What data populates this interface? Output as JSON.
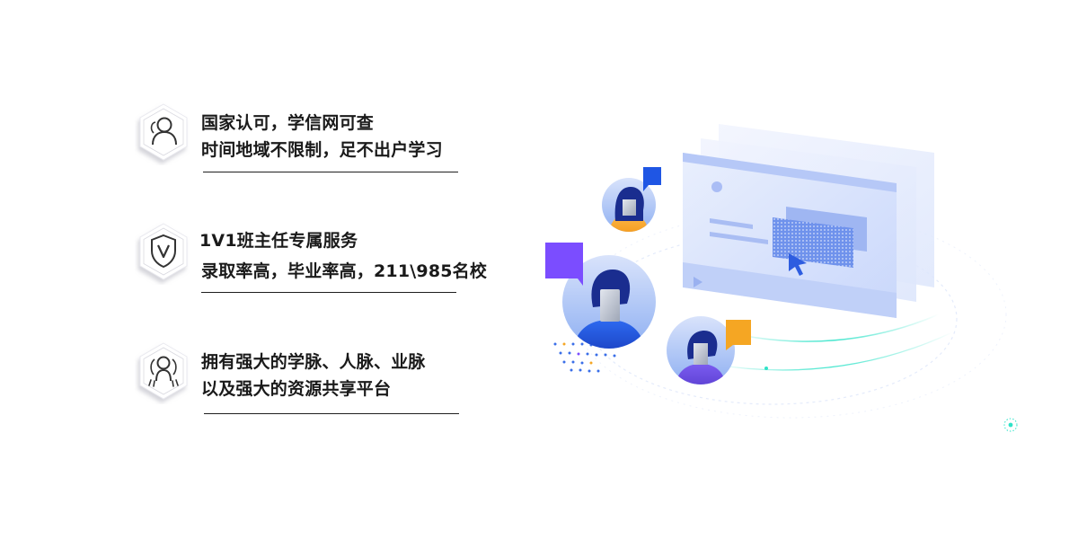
{
  "features": [
    {
      "icon": "user-icon",
      "line1": "国家认可，学信网可查",
      "line2": "时间地域不限制，足不出户学习"
    },
    {
      "icon": "shield-v-icon",
      "line1": "1V1班主任专属服务",
      "line2": "录取率高，毕业率高，211\\985名校"
    },
    {
      "icon": "network-icon",
      "line1": "拥有强大的学脉、人脉、业脉",
      "line2": "以及强大的资源共享平台"
    }
  ],
  "colors": {
    "text": "#1a1a1a",
    "accent_blue": "#1f4fd6",
    "accent_purple": "#7b4dff",
    "accent_orange": "#f5a623",
    "accent_cyan": "#2fe3c8"
  }
}
